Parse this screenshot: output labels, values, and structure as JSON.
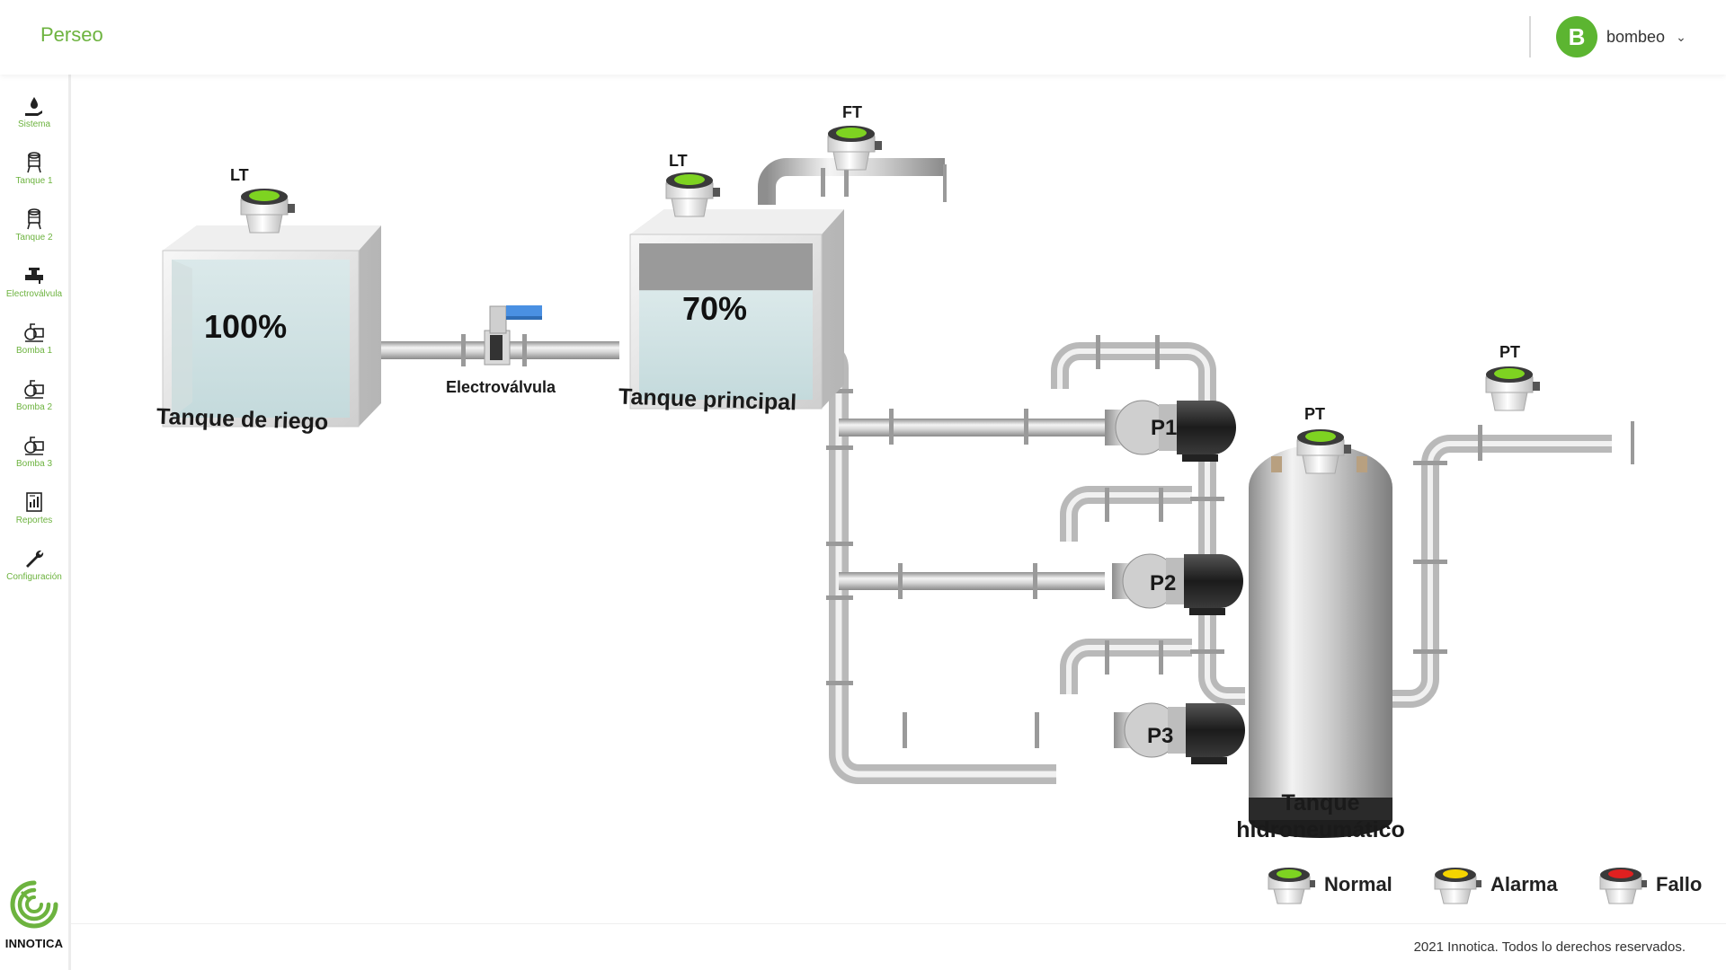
{
  "header": {
    "app_title": "Perseo",
    "user": {
      "initial": "B",
      "name": "bombeo"
    }
  },
  "sidebar": {
    "items": [
      {
        "label": "Sistema",
        "icon": "water-drop-hand-icon"
      },
      {
        "label": "Tanque 1",
        "icon": "tank-icon"
      },
      {
        "label": "Tanque 2",
        "icon": "tank-icon"
      },
      {
        "label": "Electroválvula",
        "icon": "valve-icon"
      },
      {
        "label": "Bomba 1",
        "icon": "pump-icon"
      },
      {
        "label": "Bomba 2",
        "icon": "pump-icon"
      },
      {
        "label": "Bomba 3",
        "icon": "pump-icon"
      },
      {
        "label": "Reportes",
        "icon": "report-icon"
      },
      {
        "label": "Configuración",
        "icon": "wrench-icon"
      }
    ],
    "brand": "INNOTICA"
  },
  "diagram": {
    "tank_riego": {
      "label": "Tanque de riego",
      "level_text": "100%",
      "level": 1.0,
      "sensor": "LT"
    },
    "valve": {
      "label": "Electroválvula"
    },
    "tank_principal": {
      "label": "Tanque principal",
      "level_text": "70%",
      "level": 0.7,
      "sensor": "LT"
    },
    "flow_sensor": "FT",
    "pumps": [
      "P1",
      "P2",
      "P3"
    ],
    "pressure_sensors": [
      "PT",
      "PT"
    ],
    "hydro_tank": {
      "label_line1": "Tanque",
      "label_line2": "hidroneumático"
    }
  },
  "legend": [
    {
      "label": "Normal",
      "color": "#7ed321"
    },
    {
      "label": "Alarma",
      "color": "#f5d400"
    },
    {
      "label": "Fallo",
      "color": "#e02020"
    }
  ],
  "colors": {
    "brand_green": "#6db33f",
    "avatar_green": "#5cb531",
    "sensor_green": "#7ed321"
  },
  "footer": {
    "copyright": "2021 Innotica. Todos lo derechos reservados."
  }
}
